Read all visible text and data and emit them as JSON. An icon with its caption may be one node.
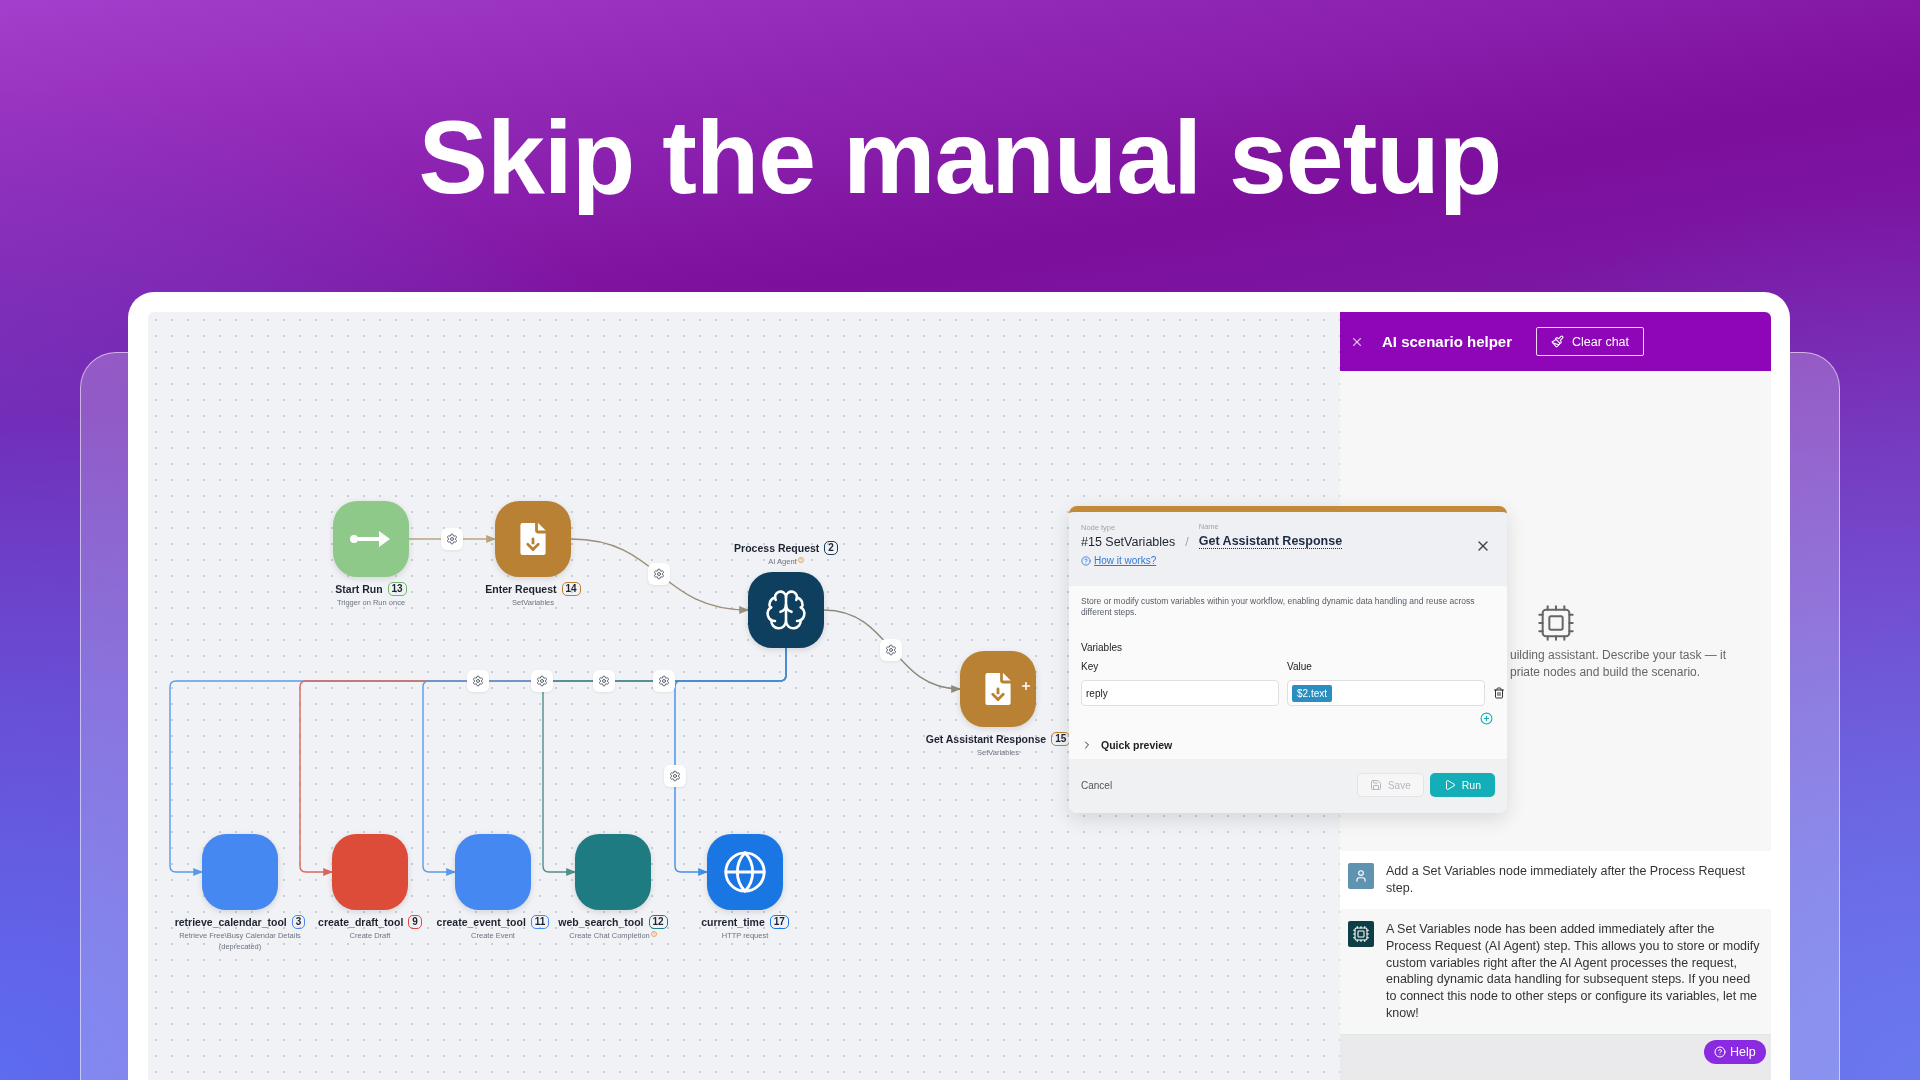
{
  "diagram": {
    "title": "Skip the manual setup",
    "nodes": [
      {
        "text": [
          "Start Run",
          "13",
          "Trigger on Run once"
        ]
      },
      {
        "text": [
          "Enter Request",
          "14",
          "SetVariables"
        ]
      },
      {
        "text": [
          "Process Request",
          "2",
          "AI Agent"
        ]
      },
      {
        "text": [
          "Get Assistant Response",
          "15",
          "SetVariables"
        ]
      },
      {
        "text": [
          "retrieve_calendar_tool",
          "3",
          "Retrieve Free\\Busy Calendar Details (deprecated)"
        ]
      },
      {
        "text": [
          "create_draft_tool",
          "9",
          "Create Draft"
        ]
      },
      {
        "text": [
          "create_event_tool",
          "11",
          "Create Event"
        ]
      },
      {
        "text": [
          "web_search_tool",
          "12",
          "Create Chat Completion"
        ]
      },
      {
        "text": [
          "current_time",
          "17",
          "HTTP request"
        ]
      }
    ],
    "edges": [
      {
        "from": 0,
        "to": 1,
        "arrow": "to",
        "color": "#b9a47c"
      },
      {
        "from": 1,
        "to": 2,
        "arrow": "to",
        "color": "#9a8f78"
      },
      {
        "from": 2,
        "to": 3,
        "arrow": "to",
        "color": "#8c8a7a"
      },
      {
        "from": 2,
        "to": 4,
        "arrow": "to",
        "color": "#5b9be6"
      },
      {
        "from": 2,
        "to": 5,
        "arrow": "to",
        "color": "#d9685a"
      },
      {
        "from": 2,
        "to": 6,
        "arrow": "to",
        "color": "#5b9be6"
      },
      {
        "from": 2,
        "to": 7,
        "arrow": "to",
        "color": "#4f8f8a"
      },
      {
        "from": 2,
        "to": 8,
        "arrow": "to",
        "color": "#3f8fe8"
      }
    ],
    "labels": [
      "AI scenario helper",
      "Clear chat",
      "Node type",
      "Name",
      "#15 SetVariables",
      "/",
      "Get Assistant Response",
      "How it works?",
      "Store or modify custom variables within your workflow, enabling dynamic data handling and reuse across different steps.",
      "Variables",
      "uilding assistant. Describe your task — it",
      "priate nodes and build the scenario.",
      "Key",
      "Value",
      "reply",
      "$2.text",
      "Quick preview",
      "Cancel",
      "Save",
      "Run",
      "Add a Set Variables node immediately after the Process Request step.",
      "A Set Variables node has been added immediately after the Process Request (AI Agent) step. This allows you to store or modify custom variables right after the AI Agent processes the request, enabling dynamic data handling for subsequent steps. If you need to connect this node to other steps or configure its variables, let me know!",
      "Help"
    ]
  }
}
